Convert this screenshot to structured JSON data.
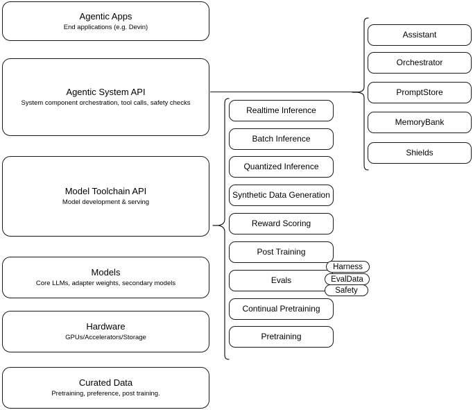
{
  "diagram": {
    "stack": [
      {
        "title": "Agentic Apps",
        "subtitle": "End applications (e.g. Devin)"
      },
      {
        "title": "Agentic System API",
        "subtitle": "System component orchestration, tool calls, safety checks"
      },
      {
        "title": "Model Toolchain API",
        "subtitle": "Model development & serving"
      },
      {
        "title": "Models",
        "subtitle": "Core LLMs, adapter weights, secondary models"
      },
      {
        "title": "Hardware",
        "subtitle": "GPUs/Accelerators/Storage"
      },
      {
        "title": "Curated Data",
        "subtitle": "Pretraining, preference, post training."
      }
    ],
    "toolchain_components": [
      {
        "label": "Realtime Inference"
      },
      {
        "label": "Batch Inference"
      },
      {
        "label": "Quantized Inference"
      },
      {
        "label": "Synthetic Data Generation"
      },
      {
        "label": "Reward Scoring"
      },
      {
        "label": "Post Training"
      },
      {
        "label": "Evals"
      },
      {
        "label": "Continual Pretraining"
      },
      {
        "label": "Pretraining"
      }
    ],
    "system_components": [
      {
        "label": "Assistant"
      },
      {
        "label": "Orchestrator"
      },
      {
        "label": "PromptStore"
      },
      {
        "label": "MemoryBank"
      },
      {
        "label": "Shields"
      }
    ],
    "eval_tags": [
      {
        "label": "Harness"
      },
      {
        "label": "EvalData"
      },
      {
        "label": "Safety"
      }
    ],
    "colors": {
      "stroke": "#1a1a1a",
      "background": "#ffffff",
      "text": "#000000"
    }
  }
}
